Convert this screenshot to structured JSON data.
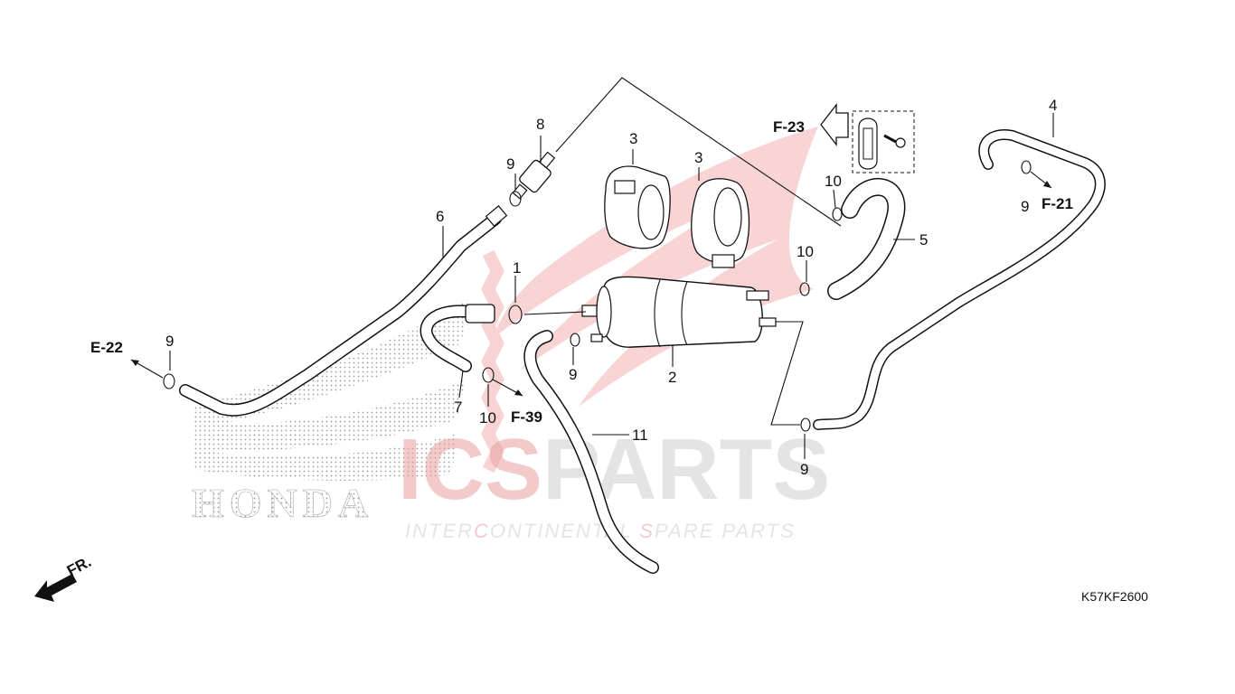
{
  "diagram_code": "K57KF2600",
  "front_label": "FR.",
  "watermark": {
    "brand_prefix": "ICS",
    "brand_suffix": "PARTS",
    "tagline": {
      "p1": "INTER",
      "p2": "C",
      "p3": "ONTINENT",
      "p4": "A",
      "p5": "L ",
      "p6": "S",
      "p7": "PARE PARTS"
    },
    "honda_text": "HONDA",
    "accent_color": "#e03c3c",
    "gray_color": "#cfcfcf"
  },
  "references": {
    "f23": "F-23",
    "f21": "F-21",
    "e22": "E-22",
    "f39": "F-39"
  },
  "callouts": {
    "c1": "1",
    "c2": "2",
    "c3a": "3",
    "c3b": "3",
    "c4": "4",
    "c5": "5",
    "c6": "6",
    "c7": "7",
    "c8": "8",
    "c9a": "9",
    "c9b": "9",
    "c9c": "9",
    "c9d": "9",
    "c9e": "9",
    "c10a": "10",
    "c10b": "10",
    "c10c": "10",
    "c11": "11"
  },
  "icons": [
    "front-direction-arrow-icon",
    "reference-arrow-icon",
    "screw-icon",
    "clip-icon"
  ]
}
